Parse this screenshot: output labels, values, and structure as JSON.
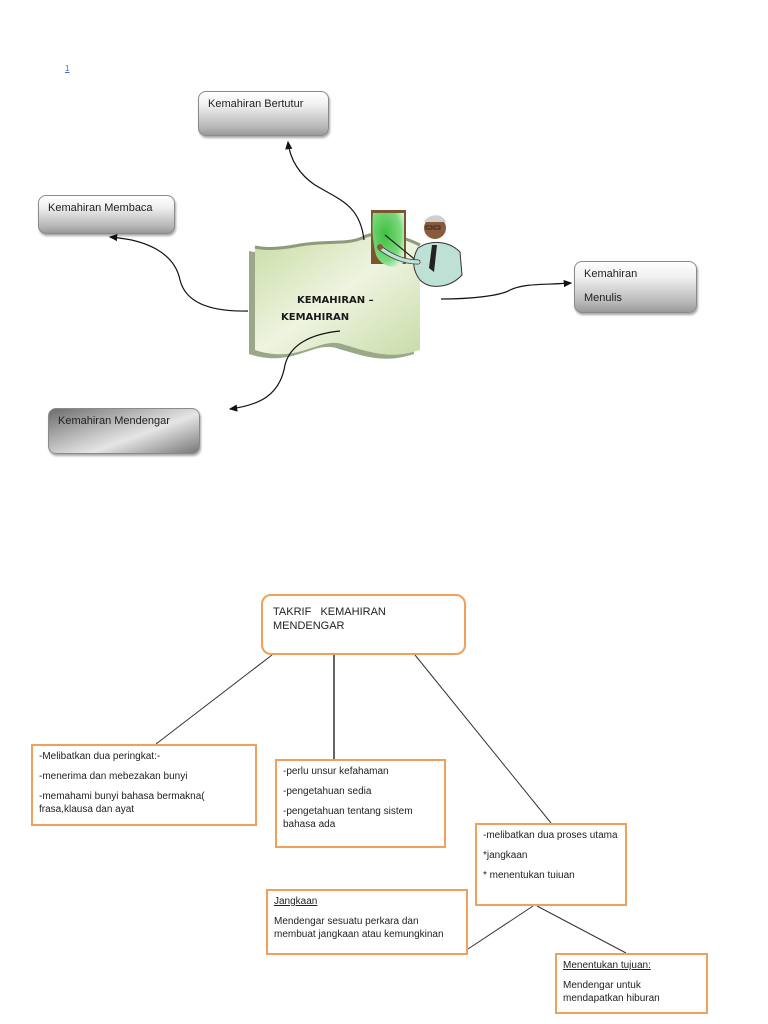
{
  "footnote_ref": "1",
  "diagram1": {
    "center_title_line1": "KEMAHIRAN –",
    "center_title_line2": "KEMAHIRAN",
    "center_image": "teacher-pointing-at-board-clipart",
    "skills": {
      "bertutur": "Kemahiran Bertutur",
      "membaca": "Kemahiran Membaca",
      "menulis_line1": "Kemahiran",
      "menulis_line2": "Menulis",
      "mendengar": "Kemahiran Mendengar"
    }
  },
  "diagram2": {
    "root_line1": "TAKRIF   KEMAHIRAN",
    "root_line2": "MENDENGAR",
    "left_box": [
      "-Melibatkan dua peringkat:-",
      "-menerima dan mebezakan bunyi",
      "-memahami bunyi bahasa bermakna( frasa,klausa dan ayat"
    ],
    "mid_box": [
      "-perlu unsur kefahaman",
      "-pengetahuan sedia",
      "-pengetahuan tentang sistem bahasa ada"
    ],
    "right_box": [
      "-melibatkan dua proses utama",
      "*jangkaan",
      "* menentukan tuiuan"
    ],
    "jangkaan": {
      "heading": "Jangkaan",
      "text": "Mendengar sesuatu perkara dan membuat jangkaan atau kemungkinan"
    },
    "tujuan": {
      "heading": "Menentukan tujuan:",
      "text": "Mendengar untuk mendapatkan hiburan"
    }
  },
  "colors": {
    "orange_border": "#f0a05a",
    "scroll_green": "#dbe8c2",
    "board_green": "#4fc04f"
  }
}
